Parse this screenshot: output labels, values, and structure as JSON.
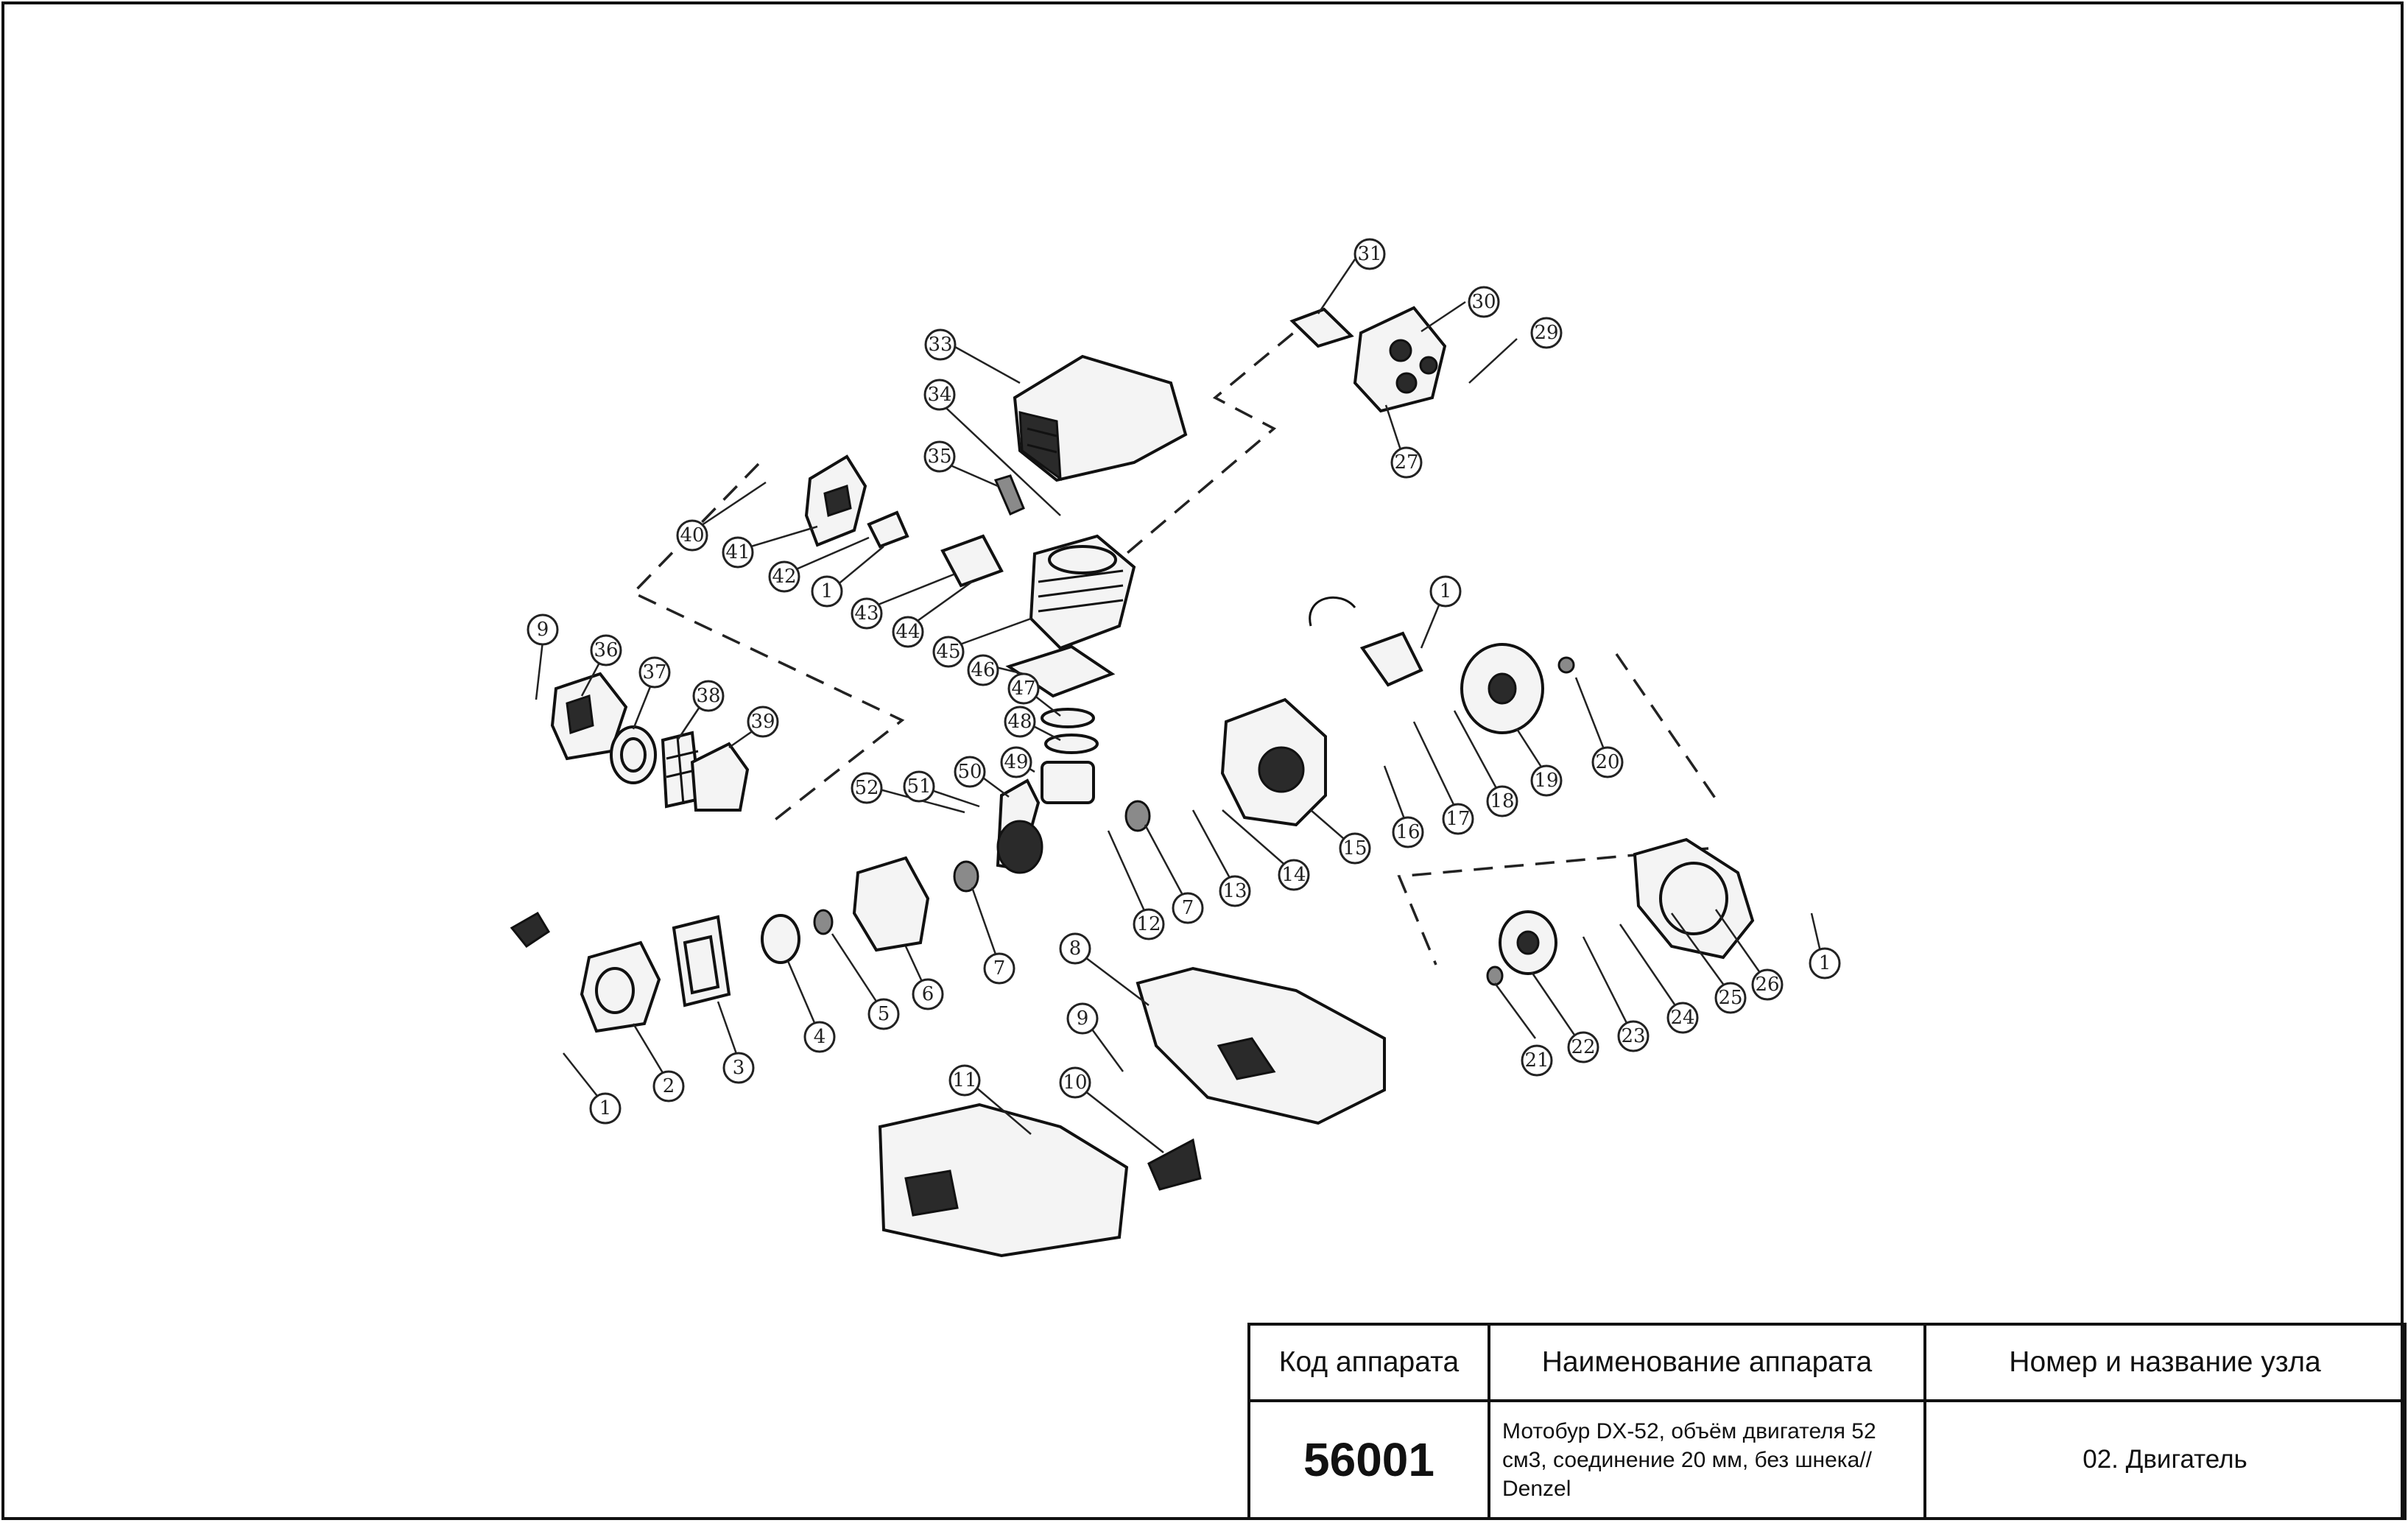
{
  "callouts": [
    "31",
    "30",
    "29",
    "27",
    "33",
    "34",
    "35",
    "40",
    "41",
    "42",
    "1",
    "43",
    "44",
    "45",
    "46",
    "9",
    "36",
    "37",
    "38",
    "39",
    "47",
    "48",
    "49",
    "50",
    "51",
    "52",
    "1",
    "17",
    "18",
    "19",
    "20",
    "16",
    "15",
    "14",
    "13",
    "12",
    "7",
    "7",
    "6",
    "5",
    "4",
    "3",
    "2",
    "1",
    "8",
    "9",
    "10",
    "11",
    "21",
    "22",
    "23",
    "24",
    "25",
    "26",
    "1"
  ],
  "table": {
    "header_code": "Код аппарата",
    "header_name": "Наименование аппарата",
    "header_node": "Номер и название узла",
    "code": "56001",
    "name": "Мотобур DX-52, объём двигателя 52 см3, соединение 20 мм, без шнека// Denzel",
    "node": "02. Двигатель"
  }
}
